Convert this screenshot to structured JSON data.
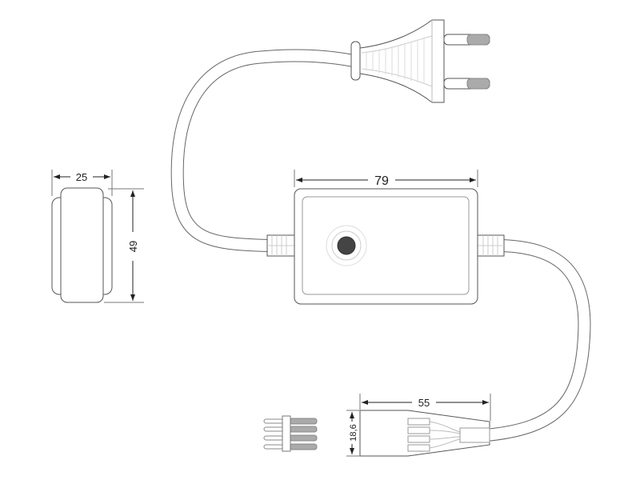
{
  "dimensions": {
    "side_width": "25",
    "side_height": "49",
    "controller_width": "79",
    "connector_length": "55",
    "connector_height": "18,6"
  },
  "colors": {
    "line": "#555555",
    "pin": "#aaaaaa",
    "button": "#444444"
  }
}
